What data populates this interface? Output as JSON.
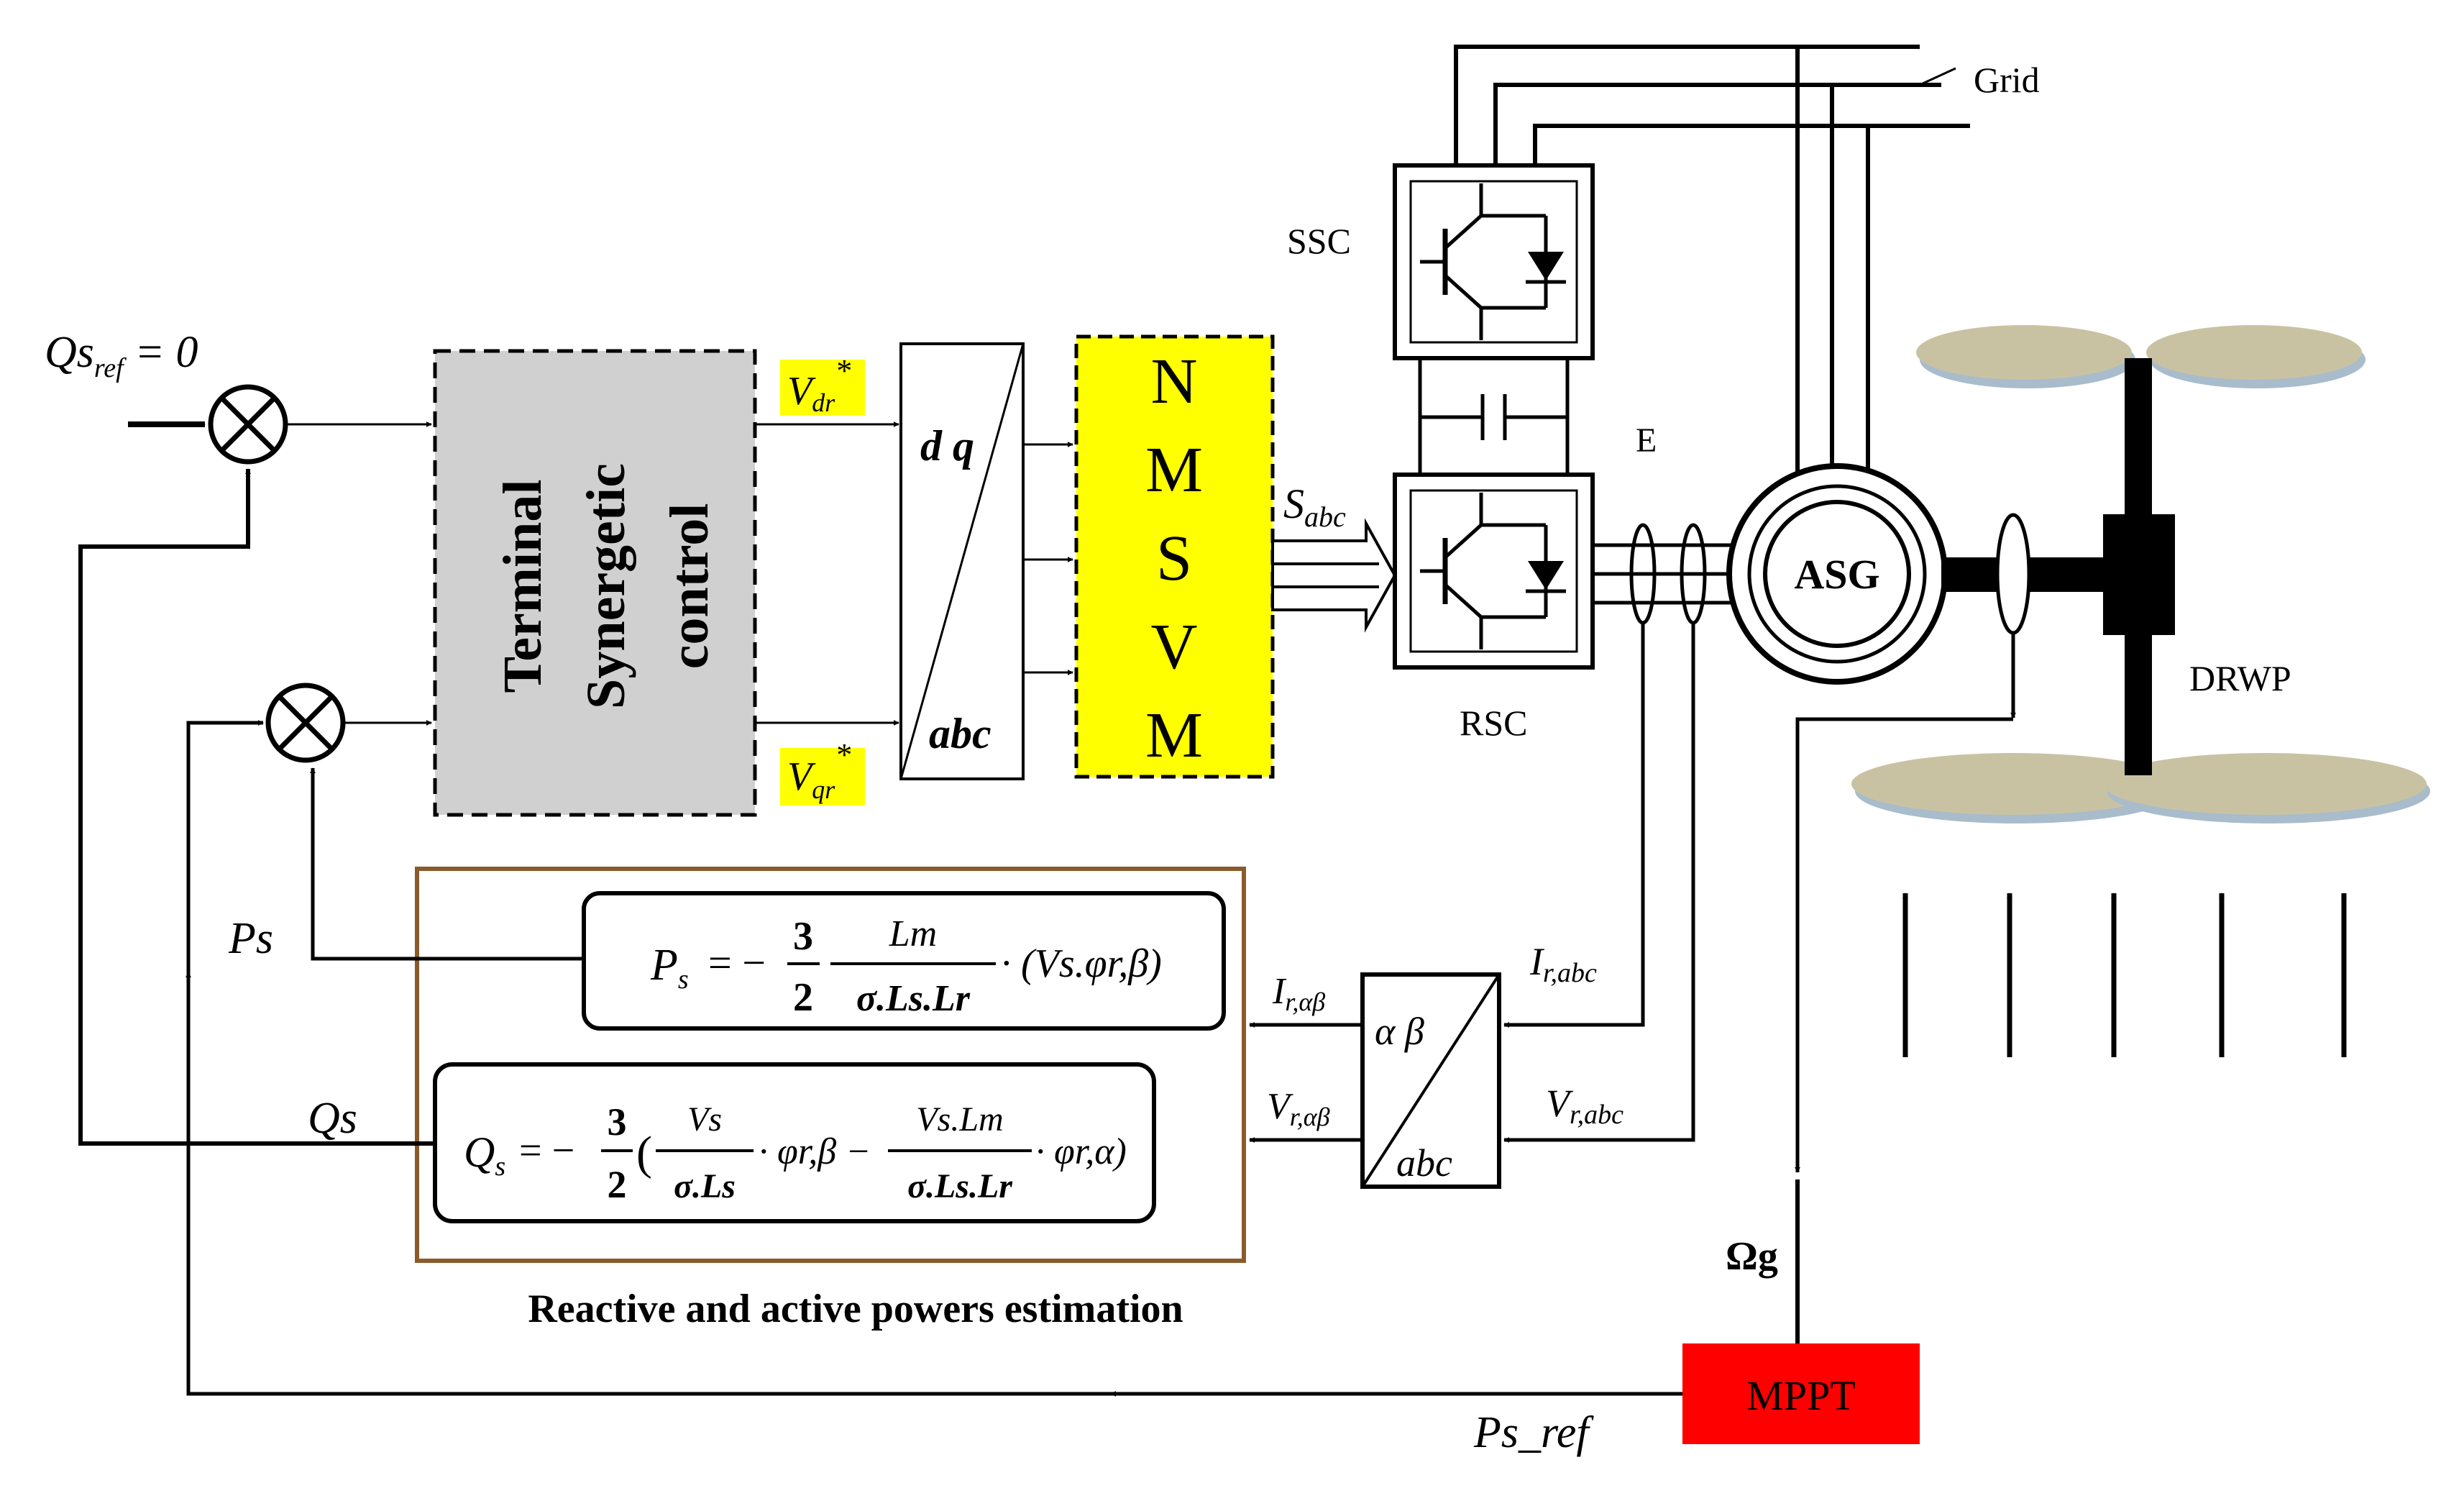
{
  "labels": {
    "grid": "Grid",
    "ssc": "SSC",
    "rsc": "RSC",
    "dc_link": "E",
    "generator": "ASG",
    "turbine": "DRWP",
    "mppt": "MPPT",
    "controller_line1": "Terminal",
    "controller_line2": "Synergetic",
    "controller_line3": "control",
    "svm_letters": [
      "N",
      "M",
      "S",
      "V",
      "M"
    ],
    "dq_top": "d q",
    "dq_bottom": "abc",
    "ab_top": "α β",
    "ab_bottom": "abc",
    "estimation_caption": "Reactive and active powers estimation",
    "omega": "Ωg"
  },
  "signals": {
    "qs_ref_main": "Qs",
    "qs_ref_sub": "ref",
    "qs_ref_eq": " = 0",
    "vdr_main": "V",
    "vdr_sub": "dr",
    "vdr_sup": "*",
    "vqr_main": "V",
    "vqr_sub": "qr",
    "vqr_sup": "*",
    "sabc_main": "S",
    "sabc_sub": "abc",
    "ps": "Ps",
    "qs": "Qs",
    "ps_ref": "Ps_ref",
    "ir_abc_main": "I",
    "ir_abc_sub": "r,abc",
    "vr_abc_main": "V",
    "vr_abc_sub": "r,abc",
    "ir_ab_main": "I",
    "ir_ab_sub": "r,αβ",
    "vr_ab_main": "V",
    "vr_ab_sub": "r,αβ"
  },
  "equations": {
    "ps": {
      "lhs_main": "P",
      "lhs_sub": "s",
      "eq": "= −",
      "frac1_num": "3",
      "frac1_den": "2",
      "frac2_num": "Lm",
      "frac2_den": "σ.Ls.Lr",
      "rest": "· (Vs.φr,β)"
    },
    "qs": {
      "lhs_main": "Q",
      "lhs_sub": "s",
      "eq": "= −",
      "frac1_num": "3",
      "frac1_den": "2",
      "paren_open": "(",
      "frac2_num": "Vs",
      "frac2_den": "σ.Ls",
      "mid": "· φr,β −",
      "frac3_num": "Vs.Lm",
      "frac3_den": "σ.Ls.Lr",
      "rest": "· φr,α)"
    }
  },
  "colors": {
    "controller_fill": "#d0d0d0",
    "svm_fill": "#ffff00",
    "signal_highlight": "#ffff00",
    "mppt_fill": "#ff0000",
    "estimation_border": "#8b5a2b",
    "blade_fill": "#c9c2a2",
    "blade_edge": "#a8bccb"
  }
}
